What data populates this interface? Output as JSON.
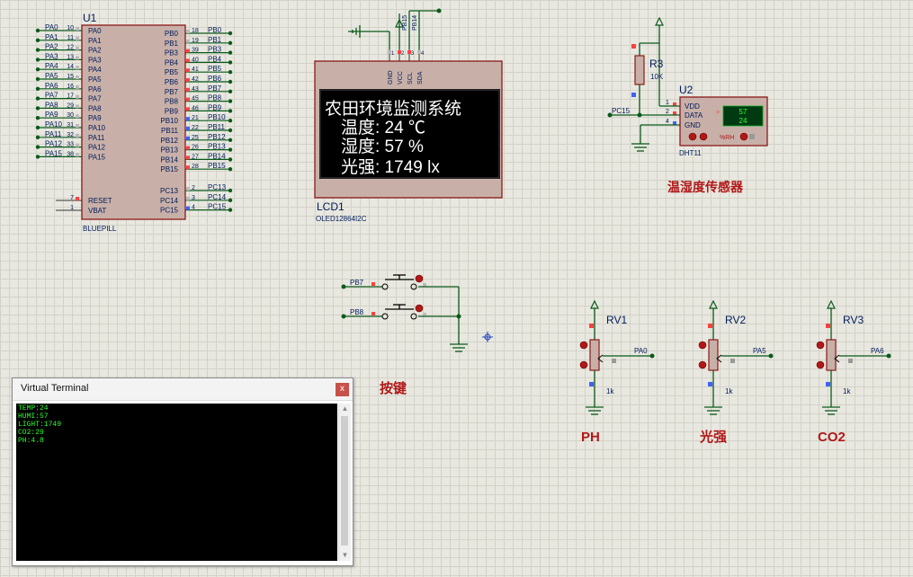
{
  "mcu": {
    "ref": "U1",
    "part": "BLUEPILL",
    "left_pins": [
      {
        "net": "PA0",
        "num": "10",
        "name": "PA0"
      },
      {
        "net": "PA1",
        "num": "11",
        "name": "PA1"
      },
      {
        "net": "PA2",
        "num": "12",
        "name": "PA2"
      },
      {
        "net": "PA3",
        "num": "13",
        "name": "PA3"
      },
      {
        "net": "PA4",
        "num": "14",
        "name": "PA4"
      },
      {
        "net": "PA5",
        "num": "15",
        "name": "PA5"
      },
      {
        "net": "PA6",
        "num": "16",
        "name": "PA6"
      },
      {
        "net": "PA7",
        "num": "17",
        "name": "PA7"
      },
      {
        "net": "PA8",
        "num": "29",
        "name": "PA8"
      },
      {
        "net": "PA9",
        "num": "30",
        "name": "PA9"
      },
      {
        "net": "PA10",
        "num": "31",
        "name": "PA10"
      },
      {
        "net": "PA11",
        "num": "32",
        "name": "PA11"
      },
      {
        "net": "PA12",
        "num": "33",
        "name": "PA12"
      },
      {
        "net": "PA15",
        "num": "38",
        "name": "PA15"
      }
    ],
    "right_pins": [
      {
        "num": "18",
        "name": "PB0",
        "net": "PB0"
      },
      {
        "num": "19",
        "name": "PB1",
        "net": "PB1"
      },
      {
        "num": "39",
        "name": "PB3",
        "net": "PB3"
      },
      {
        "num": "40",
        "name": "PB4",
        "net": "PB4"
      },
      {
        "num": "41",
        "name": "PB5",
        "net": "PB5"
      },
      {
        "num": "42",
        "name": "PB6",
        "net": "PB6"
      },
      {
        "num": "43",
        "name": "PB7",
        "net": "PB7"
      },
      {
        "num": "45",
        "name": "PB8",
        "net": "PB8"
      },
      {
        "num": "46",
        "name": "PB9",
        "net": "PB9"
      },
      {
        "num": "21",
        "name": "PB10",
        "net": "PB10"
      },
      {
        "num": "22",
        "name": "PB11",
        "net": "PB11"
      },
      {
        "num": "25",
        "name": "PB12",
        "net": "PB12"
      },
      {
        "num": "26",
        "name": "PB13",
        "net": "PB13"
      },
      {
        "num": "27",
        "name": "PB14",
        "net": "PB14"
      },
      {
        "num": "28",
        "name": "PB15",
        "net": "PB15"
      }
    ],
    "right_pins2": [
      {
        "num": "2",
        "name": "PC13",
        "net": "PC13"
      },
      {
        "num": "3",
        "name": "PC14",
        "net": "PC14"
      },
      {
        "num": "4",
        "name": "PC15",
        "net": "PC15"
      }
    ],
    "bottom_left_pins": [
      {
        "num": "7",
        "name": "RESET"
      },
      {
        "num": "1",
        "name": "VBAT"
      }
    ]
  },
  "lcd": {
    "ref": "LCD1",
    "part": "OLED12864I2C",
    "pins": [
      "GND",
      "VCC",
      "SCL",
      "SDA"
    ],
    "pin_nums": [
      "1",
      "2",
      "3",
      "4"
    ],
    "top_nets": [
      "PB15",
      "PB14"
    ],
    "lines": [
      "农田环境监测系统",
      "温度: 24   ℃",
      "湿度: 57   %",
      "光强: 1749 lx"
    ]
  },
  "dht": {
    "ref": "U2",
    "part": "DHT11",
    "pins": [
      {
        "num": "1",
        "name": "VDD"
      },
      {
        "num": "2",
        "name": "DATA"
      },
      {
        "num": "4",
        "name": "GND"
      }
    ],
    "display": [
      "57",
      "24"
    ],
    "rh_label": "%RH",
    "arrow": ">",
    "net": "PC15",
    "caption": "温湿度传感器"
  },
  "r3": {
    "ref": "R3",
    "value": "10K"
  },
  "buttons": {
    "nets": [
      "PB7",
      "PB8"
    ],
    "caption": "按键"
  },
  "pots": [
    {
      "ref": "RV1",
      "value": "1k",
      "net": "PA0",
      "caption": "PH"
    },
    {
      "ref": "RV2",
      "value": "1k",
      "net": "PA5",
      "caption": "光强"
    },
    {
      "ref": "RV3",
      "value": "1k",
      "net": "PA6",
      "caption": "CO2"
    }
  ],
  "terminal": {
    "title": "Virtual Terminal",
    "close": "x",
    "lines": [
      "TEMP:24",
      "HUMI:57",
      "LIGHT:1749",
      "CO2:29",
      "PH:4.8"
    ]
  },
  "colors": {
    "wire": "#0a5a1a",
    "body": "#c8b0a8",
    "outline": "#8b1a1a",
    "text": "#001a5a",
    "pin_red": "#ff4040",
    "pin_blue": "#4060ff",
    "caption": "#b01818",
    "oled_bg": "#000000",
    "terminal_text": "#2aff2a"
  }
}
